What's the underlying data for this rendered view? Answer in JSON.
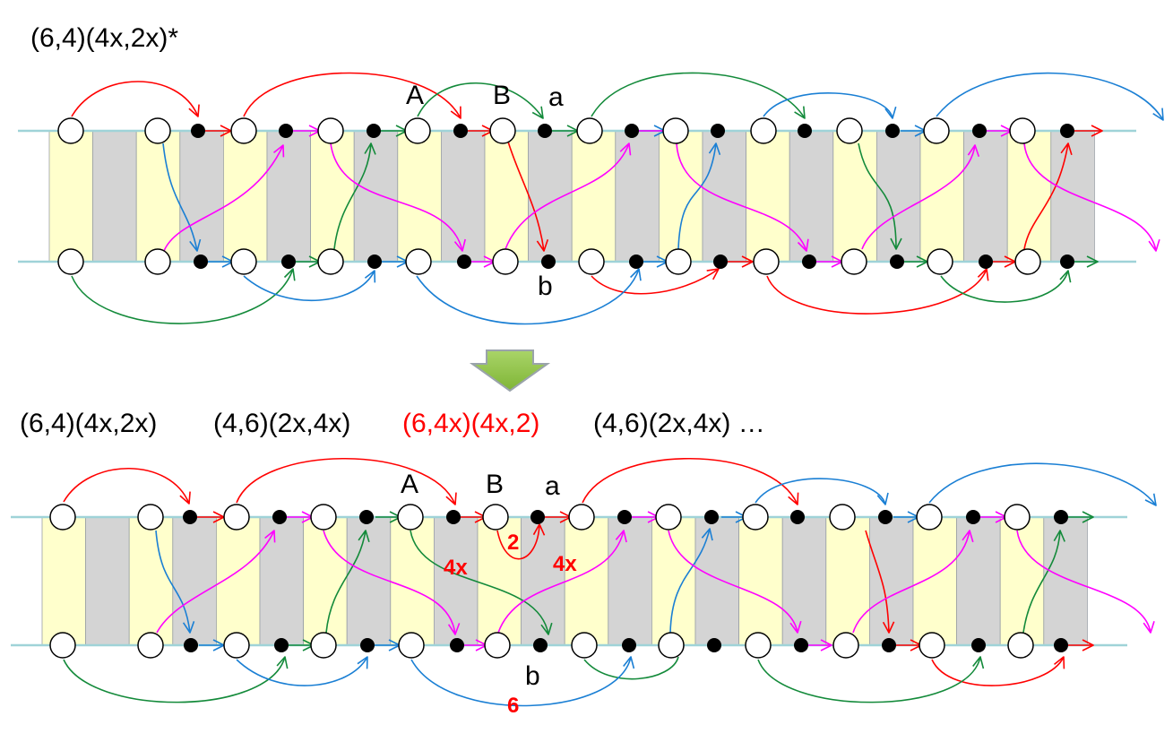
{
  "title_top": "(6,4)(4x,2x)*",
  "bottom_title": {
    "seq1": "(6,4)(4x,2x)",
    "seq2": "(4,6)(2x,4x)",
    "seq3": "(6,4x)(4x,2)",
    "seq4": "(4,6)(2x,4x) …"
  },
  "node_labels": {
    "A": "A",
    "B": "B",
    "a": "a",
    "b": "b"
  },
  "annotations": {
    "ann_2": "2",
    "ann_4x_left": "4x",
    "ann_4x_right": "4x",
    "ann_6": "6"
  },
  "colors": {
    "red": "#ff0000",
    "green": "#138a3a",
    "blue": "#1a7fd4",
    "magenta": "#ff00ff",
    "band_yellow": "#ffffcc",
    "band_gray": "#d4d4d4",
    "rail": "#9fd3d8",
    "arrow_fill": "#8dc63f"
  }
}
